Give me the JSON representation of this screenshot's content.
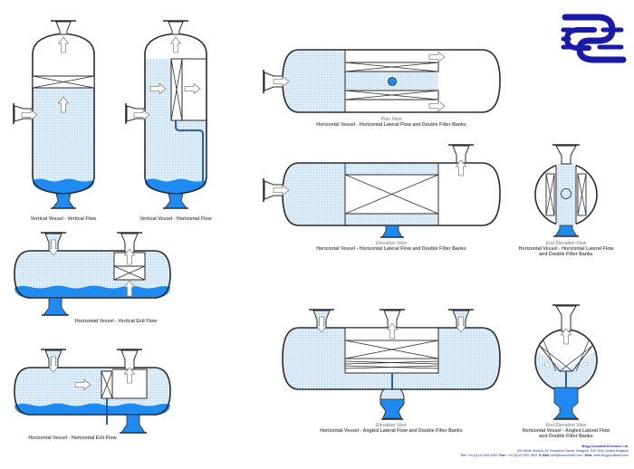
{
  "colors": {
    "liquid": "#1f8bf0",
    "gas_fill": "#dcecf8",
    "outline": "#2b2b2b",
    "logo": "#1a1aa8",
    "pipe": "#1a4f9a"
  },
  "logo": {
    "name": "BCE logo",
    "icon": "bce-logo"
  },
  "diagrams": [
    {
      "id": "vv-vf",
      "caption": "Vertical Vessel - Vertical Flow"
    },
    {
      "id": "vv-hf",
      "caption": "Vertical Vessel - Horizontal Flow"
    },
    {
      "id": "hv-vef",
      "caption": "Horizontal Vessel - Vertical Exit Flow"
    },
    {
      "id": "hv-hef",
      "caption": "Horizontal Vessel - Horizontal Exit Flow"
    },
    {
      "id": "hv-plan",
      "view": "Plan View",
      "caption": "Horizontal Vessel - Horizontal Lateral Flow and Double Filter Banks"
    },
    {
      "id": "hv-elev",
      "view": "Elevation View",
      "caption": "Horizontal Vessel - Horizontal Lateral Flow and Double Filter Banks"
    },
    {
      "id": "hv-end",
      "view": "End Elevation View",
      "caption_line1": "Horizontal Vessel - Horizontal Lateral Flow",
      "caption_line2": "and Double Filter Banks"
    },
    {
      "id": "hv-angled-elev",
      "view": "Elevation View",
      "caption": "Horizontal Vessel - Angled Lateral Flow and Double Filter Banks"
    },
    {
      "id": "hv-angled-end",
      "view": "End Elevation View",
      "caption_line1": "Horizontal Vessel - Angled Lateral Flow",
      "caption_line2": "and Double Filter Banks"
    }
  ],
  "footer": {
    "company": "Begg Cousland Envirotec Ltd.",
    "address": "205 White Studios, 62 Templeton Street, Glasgow, G40 1DA, United Kingdom",
    "tel_label": "Tel:",
    "tel": "+44 (0)141 556 2289",
    "fax_label": "Fax:",
    "fax": "+44 (0)141 550 1653",
    "email_label": "E-Mail:",
    "email": "info@bcenvirotec.com",
    "web_label": "Web:",
    "web": "www.beggcousland.com"
  }
}
